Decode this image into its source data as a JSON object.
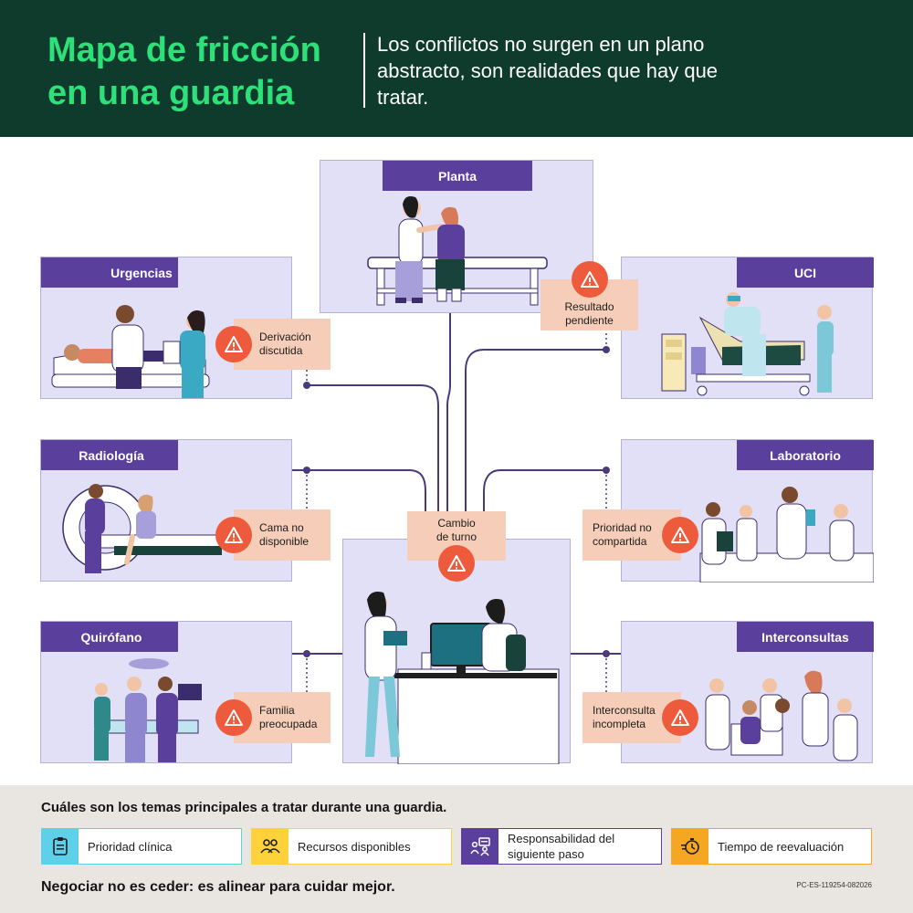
{
  "header": {
    "title": "Mapa de fricción en una guardia",
    "subtitle": "Los conflictos no surgen en un plano abstracto, son realidades que hay que tratar."
  },
  "units": {
    "planta": "Planta",
    "urgencias": "Urgencias",
    "uci": "UCI",
    "radiologia": "Radiología",
    "laboratorio": "Laboratorio",
    "quirofano": "Quirófano",
    "interconsultas": "Interconsultas"
  },
  "alerts": {
    "urgencias": [
      "Derivación",
      "discutida"
    ],
    "uci": [
      "Resultado",
      "pendiente"
    ],
    "radiologia": [
      "Cama no",
      "disponible"
    ],
    "laboratorio": [
      "Prioridad no",
      "compartida"
    ],
    "quirofano": [
      "Familia",
      "preocupada"
    ],
    "interconsultas": [
      "Interconsulta",
      "incompleta"
    ],
    "center": [
      "Cambio",
      "de turno"
    ]
  },
  "footer": {
    "heading": "Cuáles son los temas principales a tratar durante una guardia.",
    "legend": [
      {
        "label": "Prioridad clínica",
        "color": "#5fd0ea",
        "icon": "clipboard-icon"
      },
      {
        "label": "Recursos disponibles",
        "color": "#ffd23b",
        "icon": "people-icon"
      },
      {
        "label": "Responsabilidad del siguiente paso",
        "color": "#5b3f9c",
        "icon": "handoff-icon"
      },
      {
        "label": "Tiempo de reevaluación",
        "color": "#f5a623",
        "icon": "timer-icon"
      }
    ],
    "tagline": "Negociar no es ceder: es alinear para cuidar mejor.",
    "code": "PC-ES-119254-082026"
  },
  "colors": {
    "header_bg": "#0f3b2c",
    "title": "#2ee07a",
    "card_bg": "#e2e0f7",
    "tab": "#5b3f9c",
    "alert_bg": "#f5cdb8",
    "alert_icon": "#ee5a3c",
    "connector": "#4a3a7a"
  }
}
